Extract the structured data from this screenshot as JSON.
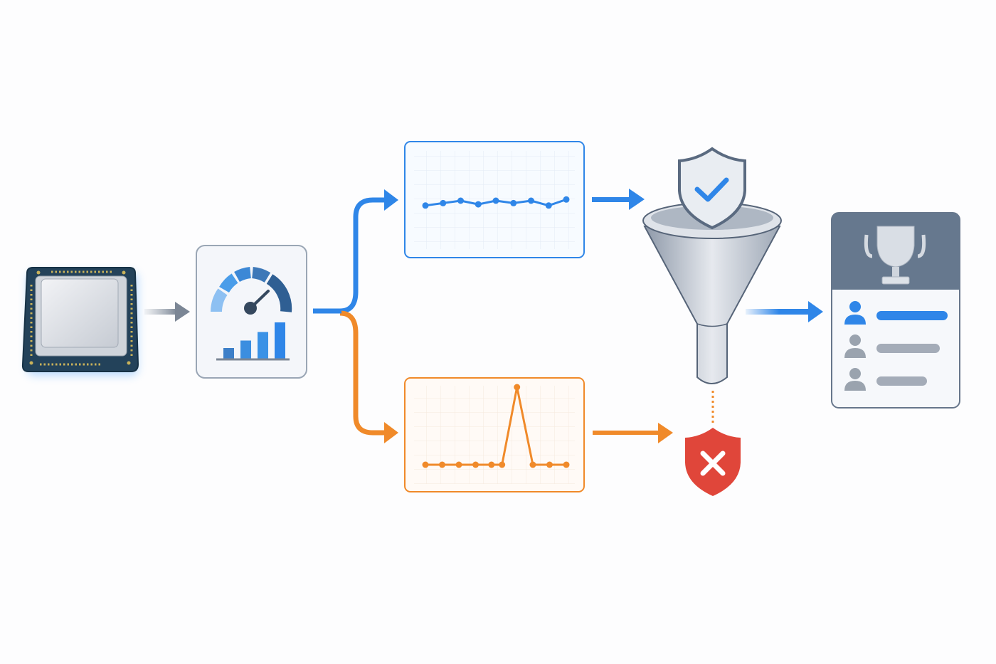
{
  "colors": {
    "blue": "#2f86e8",
    "orange": "#f08a2a",
    "red": "#e0463a",
    "slate": "#5f7088",
    "chip": "#23425a",
    "panel_border": "#9aa6b5"
  },
  "stages": [
    "cpu-chip",
    "benchmark-gauge",
    "stable-result-chart",
    "spiky-result-chart",
    "validation-funnel",
    "rejected-shield",
    "leaderboard-card"
  ],
  "chart_data": [
    {
      "type": "line",
      "name": "stable-series",
      "x": [
        0,
        1,
        2,
        3,
        4,
        5,
        6,
        7,
        8
      ],
      "values": [
        3,
        4,
        5,
        3.5,
        5,
        4,
        5,
        3,
        5.5
      ]
    },
    {
      "type": "line",
      "name": "spike-series",
      "x": [
        0,
        0.95,
        1.9,
        2.85,
        3.75,
        4.35,
        5.2,
        6.1,
        7.05,
        8
      ],
      "values": [
        0,
        0,
        0,
        0,
        0,
        0,
        10,
        0,
        0,
        0
      ]
    }
  ],
  "gauge_bars": [
    1,
    1.7,
    2.5,
    3.4
  ]
}
